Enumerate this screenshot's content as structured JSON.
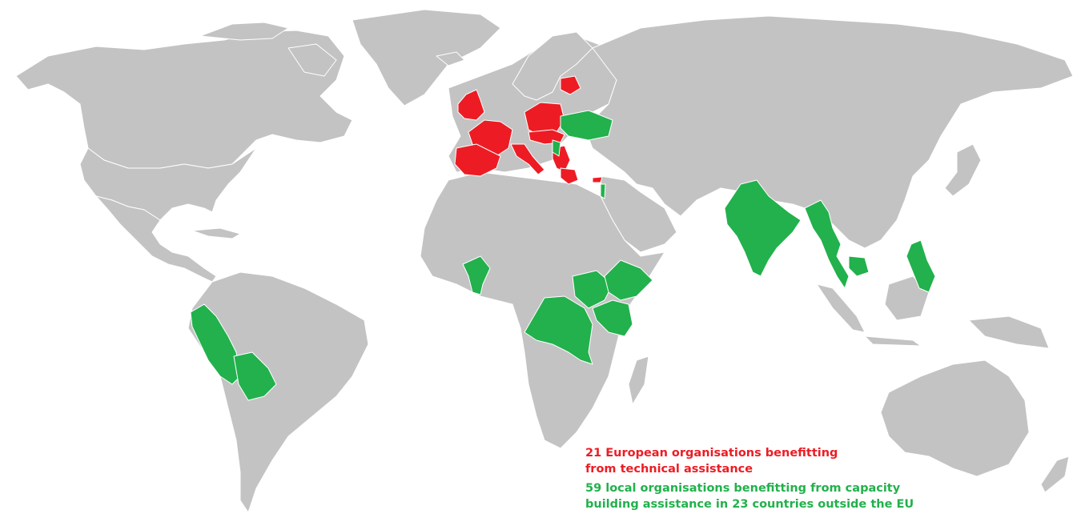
{
  "colors": {
    "land": "#c3c3c3",
    "technical_assistance": "#ed1c24",
    "capacity_building": "#22b14c",
    "background": "#ffffff"
  },
  "legend": {
    "red_line1": "21 European organisations benefitting",
    "red_line2": "from technical assistance",
    "green_line1": "59 local organisations benefitting from capacity",
    "green_line2": "building assistance in 23 countries outside the EU"
  }
}
